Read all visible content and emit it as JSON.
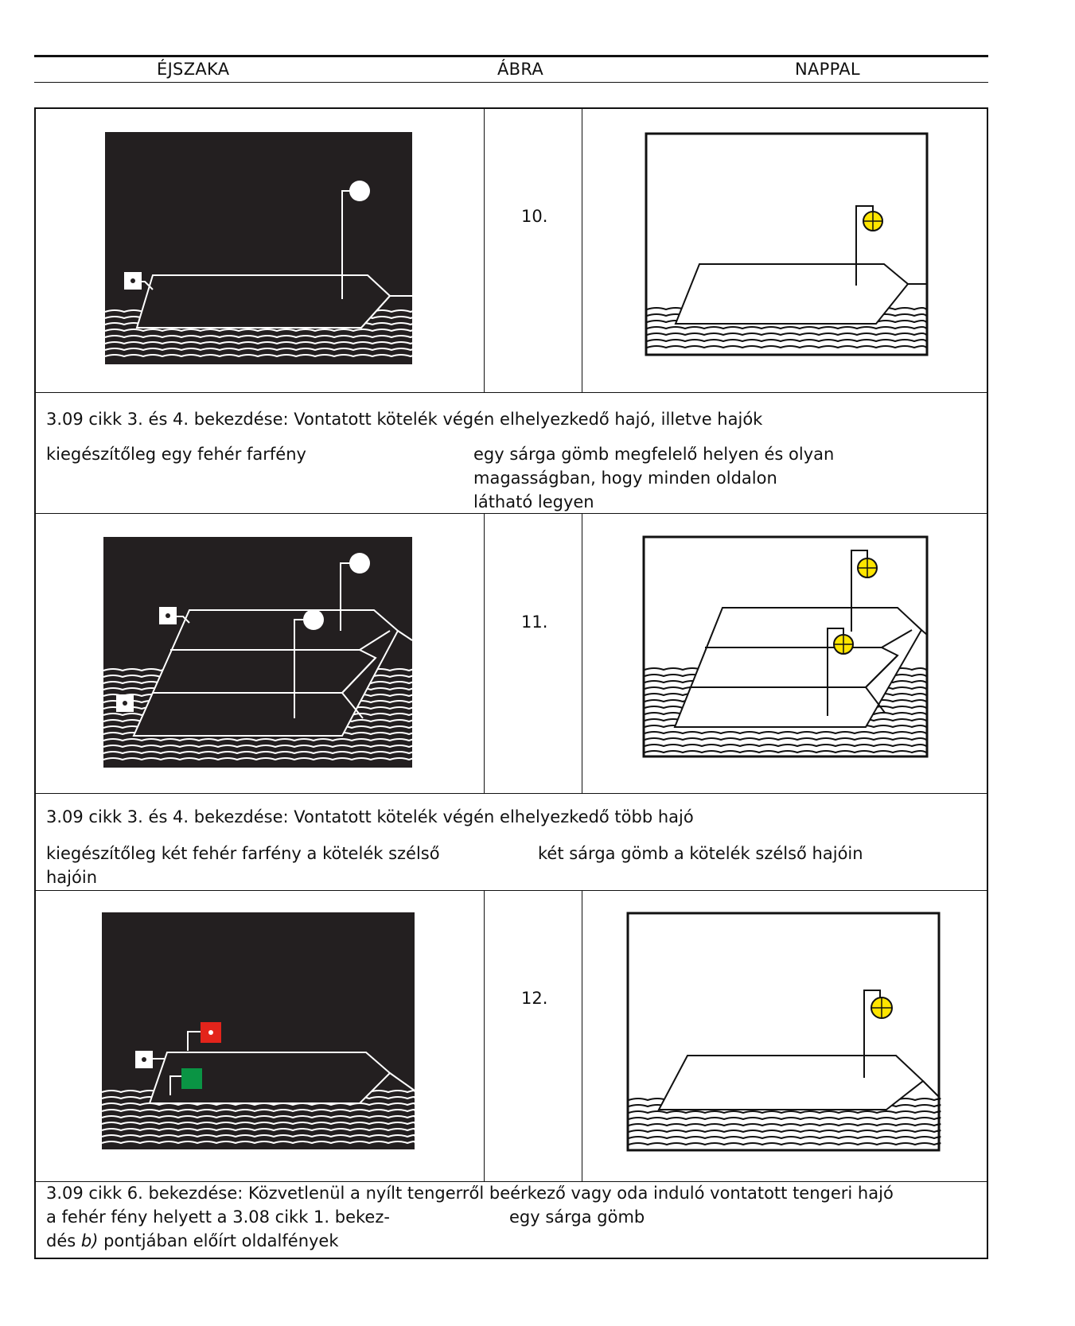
{
  "header": {
    "col_night": "ÉJSZAKA",
    "col_figure": "ÁBRA",
    "col_day": "NAPPAL"
  },
  "rows": [
    {
      "number": "10.",
      "caption": "3.09 cikk 3. és 4. bekezdése: Vontatott kötelék végén elhelyezkedő hajó, illetve hajók",
      "night_lines": [
        "kiegészítőleg egy fehér farfény"
      ],
      "day_lines": [
        "egy sárga gömb megfelelő helyen és olyan",
        "magasságban, hogy minden oldalon",
        "látható legyen"
      ]
    },
    {
      "number": "11.",
      "caption": "3.09 cikk 3. és 4. bekezdése: Vontatott kötelék végén elhelyezkedő több hajó",
      "night_lines": [
        "kiegészítőleg két fehér farfény a kötelék szélső",
        "hajóin"
      ],
      "day_lines": [
        "két sárga gömb a kötelék szélső hajóin"
      ]
    },
    {
      "number": "12.",
      "caption": "3.09 cikk 6. bekezdése: Közvetlenül a nyílt tengerről beérkező vagy oda induló vontatott tengeri hajó",
      "night_line1": "a fehér fény helyett a 3.08 cikk 1. bekez-",
      "night_line2_prefix": "dés ",
      "night_line2_italic": "b)",
      "night_line2_suffix": " pontjában előírt oldalfények",
      "day_lines": [
        "egy sárga gömb"
      ]
    }
  ],
  "colors": {
    "night_bg": "#231f20",
    "line": "#ffffff",
    "yellow": "#ffe500",
    "red": "#e3241b",
    "green": "#0a9444"
  }
}
